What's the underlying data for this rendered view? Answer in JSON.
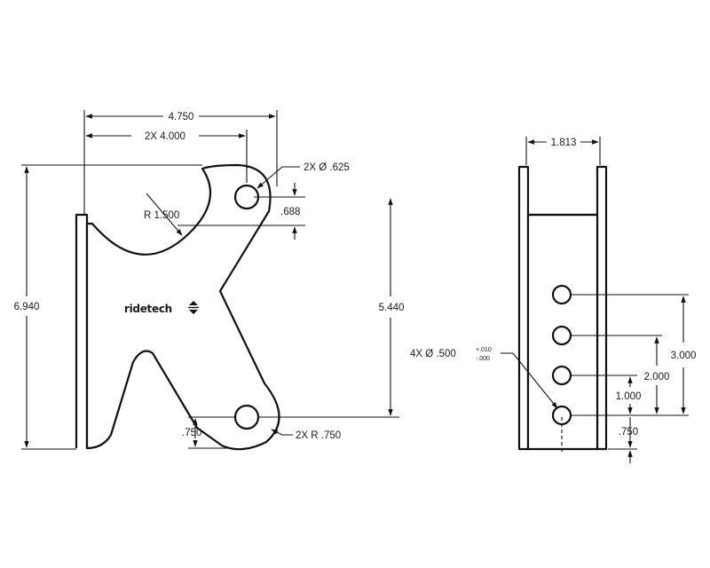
{
  "drawing": {
    "brand_logo": "ridetech",
    "dimensions": {
      "overall_width": "4.750",
      "hole_spacing": "2X 4.000",
      "top_hole_diameter": "2X Ø .625",
      "top_hole_offset": ".688",
      "radius_cut": "R 1.500",
      "overall_height": "6.940",
      "hole_center_height": "5.440",
      "bottom_offset": ".750",
      "bottom_radius": "2X R .750",
      "side_width": "1.813",
      "hole_callout": "4X Ø .500",
      "tolerance_plus": "+.010",
      "tolerance_minus": "-.000",
      "span_3": "3.000",
      "span_2": "2.000",
      "span_1": "1.000",
      "side_bottom_offset": ".750"
    }
  },
  "colors": {
    "line": "#111111",
    "background": "#ffffff"
  }
}
